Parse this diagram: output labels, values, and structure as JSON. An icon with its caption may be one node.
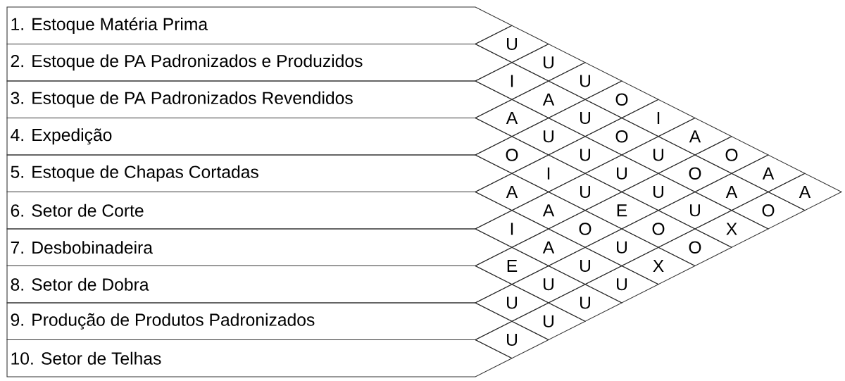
{
  "diagram": {
    "nodes": [
      {
        "text": [
          "1. Estoque Matéria Prima"
        ]
      },
      {
        "text": [
          "2. Estoque de PA Padronizados e Produzidos"
        ]
      },
      {
        "text": [
          "3. Estoque de PA Padronizados Revendidos"
        ]
      },
      {
        "text": [
          "4. Expedição"
        ]
      },
      {
        "text": [
          "5. Estoque de Chapas Cortadas"
        ]
      },
      {
        "text": [
          "6. Setor de Corte"
        ]
      },
      {
        "text": [
          "7. Desbobinadeira"
        ]
      },
      {
        "text": [
          "8. Setor de Dobra"
        ]
      },
      {
        "text": [
          "9. Produção de Produtos Padronizados"
        ]
      },
      {
        "text": [
          "10. Setor de Telhas"
        ]
      },
      {
        "text": [
          "U"
        ]
      },
      {
        "text": [
          "I"
        ]
      },
      {
        "text": [
          "A"
        ]
      },
      {
        "text": [
          "O"
        ]
      },
      {
        "text": [
          "A"
        ]
      },
      {
        "text": [
          "I"
        ]
      },
      {
        "text": [
          "E"
        ]
      },
      {
        "text": [
          "U"
        ]
      },
      {
        "text": [
          "U"
        ]
      },
      {
        "text": [
          "U"
        ]
      },
      {
        "text": [
          "A"
        ]
      },
      {
        "text": [
          "U"
        ]
      },
      {
        "text": [
          "I"
        ]
      },
      {
        "text": [
          "A"
        ]
      },
      {
        "text": [
          "A"
        ]
      },
      {
        "text": [
          "U"
        ]
      },
      {
        "text": [
          "U"
        ]
      },
      {
        "text": [
          "U"
        ]
      },
      {
        "text": [
          "U"
        ]
      },
      {
        "text": [
          "U"
        ]
      },
      {
        "text": [
          "U"
        ]
      },
      {
        "text": [
          "O"
        ]
      },
      {
        "text": [
          "U"
        ]
      },
      {
        "text": [
          "U"
        ]
      },
      {
        "text": [
          "O"
        ]
      },
      {
        "text": [
          "O"
        ]
      },
      {
        "text": [
          "U"
        ]
      },
      {
        "text": [
          "E"
        ]
      },
      {
        "text": [
          "U"
        ]
      },
      {
        "text": [
          "U"
        ]
      },
      {
        "text": [
          "I"
        ]
      },
      {
        "text": [
          "U"
        ]
      },
      {
        "text": [
          "U"
        ]
      },
      {
        "text": [
          "O"
        ]
      },
      {
        "text": [
          "X"
        ]
      },
      {
        "text": [
          "A"
        ]
      },
      {
        "text": [
          "O"
        ]
      },
      {
        "text": [
          "U"
        ]
      },
      {
        "text": [
          "O"
        ]
      },
      {
        "text": [
          "O"
        ]
      },
      {
        "text": [
          "A"
        ]
      },
      {
        "text": [
          "X"
        ]
      },
      {
        "text": [
          "A"
        ]
      },
      {
        "text": [
          "O"
        ]
      },
      {
        "text": [
          "A"
        ]
      }
    ]
  }
}
